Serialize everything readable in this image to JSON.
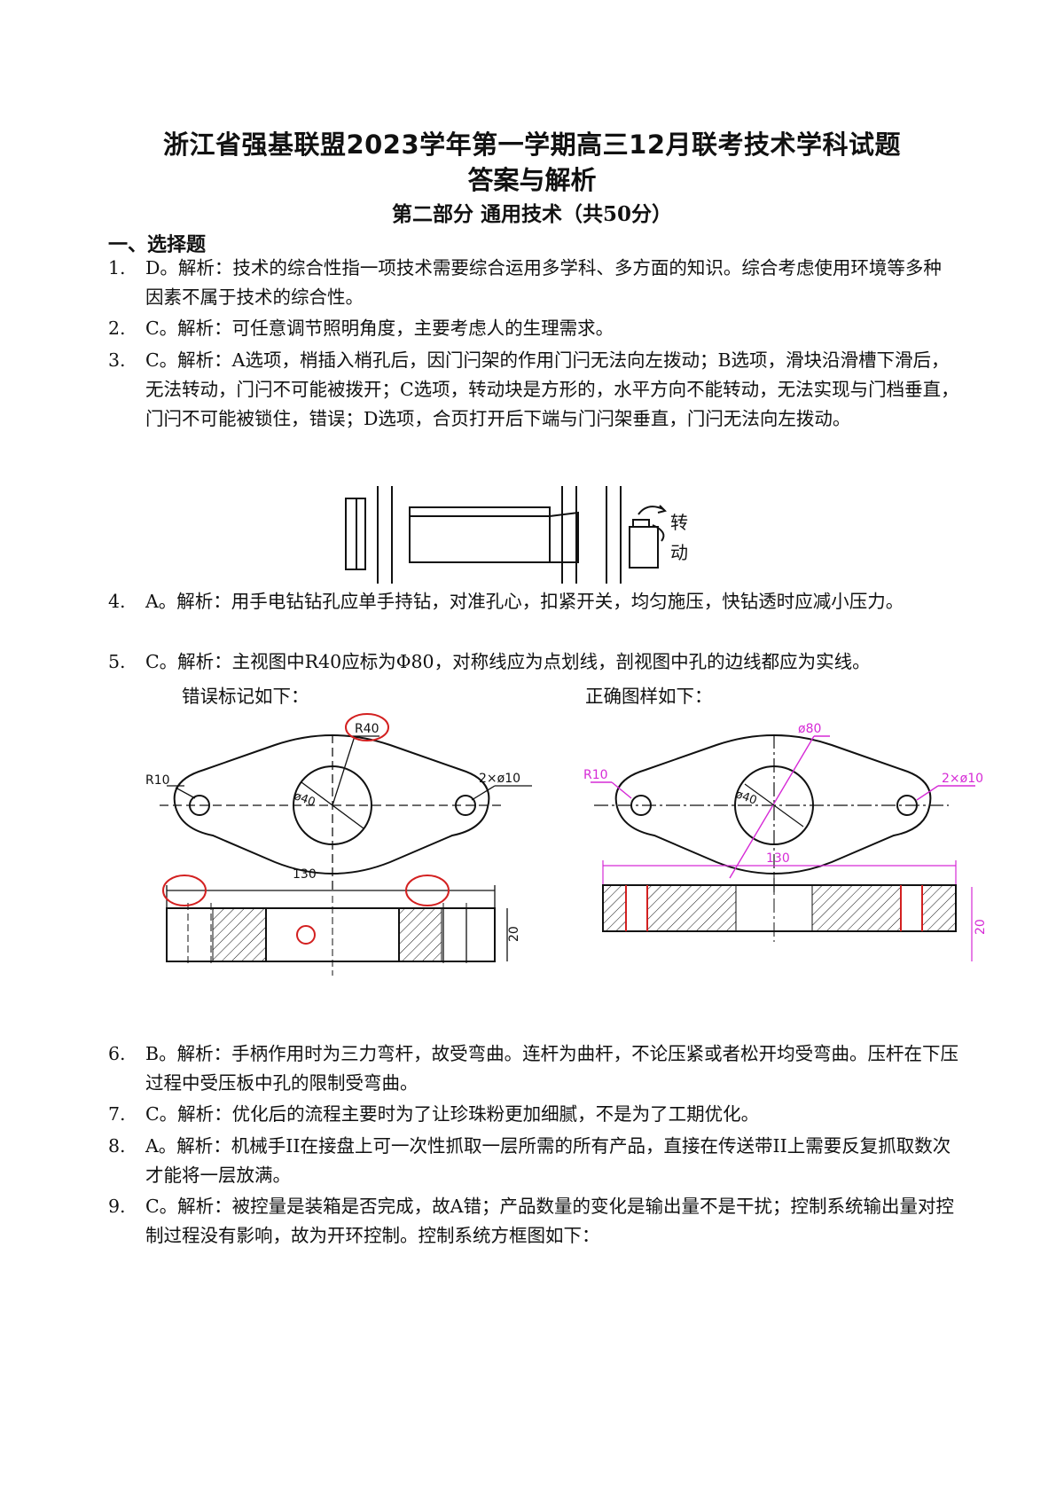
{
  "header": {
    "title_line1": "浙江省强基联盟2023学年第一学期高三12月联考技术学科试题",
    "title_line2": "答案与解析",
    "subtitle": "第二部分  通用技术（共50分）"
  },
  "section": {
    "label": "一、选择题"
  },
  "questions": [
    {
      "num": "1.",
      "text": "D。解析：技术的综合性指一项技术需要综合运用多学科、多方面的知识。综合考虑使用环境等多种因素不属于技术的综合性。"
    },
    {
      "num": "2.",
      "text": "C。解析：可任意调节照明角度，主要考虑人的生理需求。"
    },
    {
      "num": "3.",
      "text": "C。解析：A选项，梢插入梢孔后，因门闩架的作用门闩无法向左拨动；B选项，滑块沿滑槽下滑后，无法转动，门闩不可能被拨开；C选项，转动块是方形的，水平方向不能转动，无法实现与门档垂直，门闩不可能被锁住，错误；D选项，合页打开后下端与门闩架垂直，门闩无法向左拨动。"
    },
    {
      "num": "4.",
      "text": "A。解析：用手电钻钻孔应单手持钻，对准孔心，扣紧开关，均匀施压，快钻透时应减小压力。"
    },
    {
      "num": "5.",
      "text": "C。解析：主视图中R40应标为Φ80，对称线应为点划线，剖视图中孔的边线都应为实线。"
    },
    {
      "num": "6.",
      "text": "B。解析：手柄作用时为三力弯杆，故受弯曲。连杆为曲杆，不论压紧或者松开均受弯曲。压杆在下压过程中受压板中孔的限制受弯曲。"
    },
    {
      "num": "7.",
      "text": "C。解析：优化后的流程主要时为了让珍珠粉更加细腻，不是为了工期优化。"
    },
    {
      "num": "8.",
      "text": "A。解析：机械手II在接盘上可一次性抓取一层所需的所有产品，直接在传送带II上需要反复抓取数次才能将一层放满。"
    },
    {
      "num": "9.",
      "text": "C。解析：被控量是装箱是否完成，故A错；产品数量的变化是输出量不是干扰；控制系统输出量对控制过程没有影响，故为开环控制。控制系统方框图如下："
    }
  ],
  "fig3": {
    "label_line1": "转",
    "label_line2": "动"
  },
  "fig5": {
    "wrong_caption": "错误标记如下：",
    "right_caption": "正确图样如下：",
    "wrong": {
      "r40": "R40",
      "r10": "R10",
      "d40": "ø40",
      "holes": "2×ø10",
      "len": "130",
      "thick": "20"
    },
    "right": {
      "d80": "ø80",
      "r10": "R10",
      "d40": "ø40",
      "holes": "2×ø10",
      "len": "130",
      "thick": "20"
    },
    "colors": {
      "error_mark": "#d32020",
      "correct_mark": "#d62ad6",
      "line": "#111111"
    }
  }
}
